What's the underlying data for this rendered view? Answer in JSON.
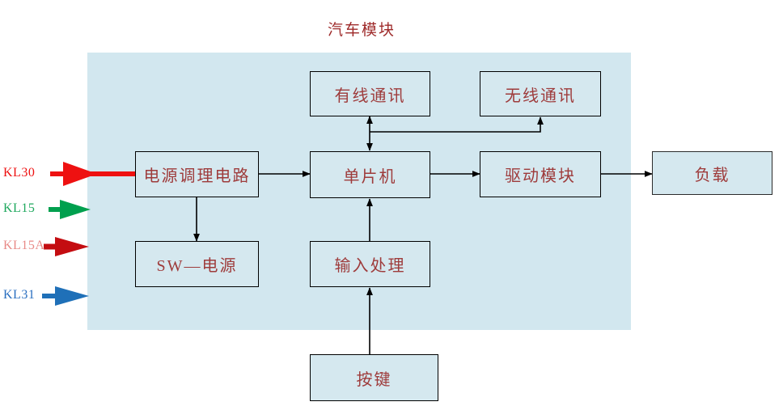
{
  "diagram": {
    "title": "汽车模块",
    "title_color": "#9e2a2a",
    "container_fill": "#d2e7ef",
    "node_fill": "#d5e8ef",
    "node_text_color": "#9e3b3b",
    "edge_color": "#000000"
  },
  "pins": [
    {
      "label": "KL30",
      "text_color": "#ee1111",
      "arrow_color": "#ee1111"
    },
    {
      "label": "KL15",
      "text_color": "#1fa85e",
      "arrow_color": "#00a04e"
    },
    {
      "label": "KL15A",
      "text_color": "#e88a87",
      "arrow_color": "#c40d11"
    },
    {
      "label": "KL31",
      "text_color": "#2a6fc0",
      "arrow_color": "#1f70b8"
    }
  ],
  "nodes": {
    "power_conditioning": "电源调理电路",
    "sw_power": "SW—电源",
    "wired_comm": "有线通讯",
    "wireless_comm": "无线通讯",
    "mcu": "单片机",
    "input_processing": "输入处理",
    "key": "按键",
    "drive_module": "驱动模块",
    "load": "负载"
  },
  "edges": [
    {
      "name": "kl30-to-power-conditioning",
      "from": "KL30",
      "to": "电源调理电路",
      "style": "solid-arrow",
      "color": "#ee1111"
    },
    {
      "name": "power-conditioning-to-mcu",
      "from": "电源调理电路",
      "to": "单片机",
      "style": "solid-arrow"
    },
    {
      "name": "power-conditioning-to-sw-power",
      "from": "电源调理电路",
      "to": "SW—电源",
      "style": "solid-arrow"
    },
    {
      "name": "mcu-to-wired-comm",
      "from": "单片机",
      "to": "有线通讯",
      "style": "double-arrow"
    },
    {
      "name": "mcu-to-wireless-comm",
      "from": "单片机",
      "to": "无线通讯",
      "style": "solid-arrow"
    },
    {
      "name": "input-processing-to-mcu",
      "from": "输入处理",
      "to": "单片机",
      "style": "solid-arrow"
    },
    {
      "name": "key-to-input-processing",
      "from": "按键",
      "to": "输入处理",
      "style": "solid-arrow"
    },
    {
      "name": "mcu-to-drive-module",
      "from": "单片机",
      "to": "驱动模块",
      "style": "solid-arrow"
    },
    {
      "name": "drive-module-to-load",
      "from": "驱动模块",
      "to": "负载",
      "style": "solid-arrow"
    }
  ]
}
